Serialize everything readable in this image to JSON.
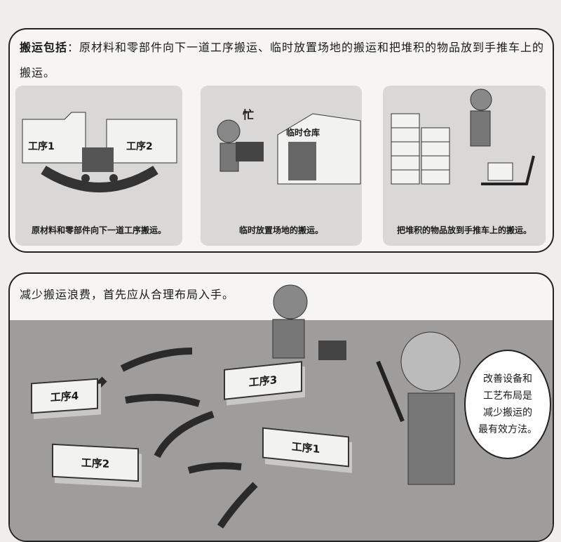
{
  "top": {
    "intro_bold": "搬运包括",
    "intro_rest": "：原材料和零部件向下一道工序搬运、临时放置场地的搬运和把堆积的物品放到手推车上的搬运。",
    "pictures": [
      {
        "caption": "原材料和零部件向下一道工序搬运。",
        "labels": [
          "工序1",
          "工序2"
        ]
      },
      {
        "caption": "临时放置场地的搬运。",
        "labels": [
          "忙",
          "临时仓库"
        ]
      },
      {
        "caption": "把堆积的物品放到手推车上的搬运。"
      }
    ]
  },
  "bottom": {
    "intro": "减少搬运浪费，首先应从合理布局入手。",
    "stations": [
      "工序1",
      "工序2",
      "工序3",
      "工序4"
    ],
    "bubble": [
      "改善设备和",
      "工艺布局是",
      "减少搬运的",
      "最有效方法。"
    ]
  }
}
